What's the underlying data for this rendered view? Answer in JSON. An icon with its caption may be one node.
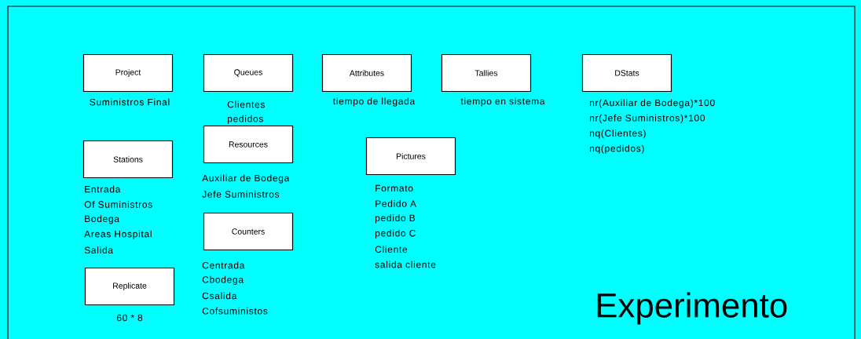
{
  "diagram": {
    "nodes": [
      {
        "text": [
          "Project"
        ],
        "beside": [
          "Suministros Final"
        ]
      },
      {
        "text": [
          "Queues"
        ],
        "beside": [
          "Clientes",
          "pedidos"
        ]
      },
      {
        "text": [
          "Attributes"
        ],
        "beside": [
          "tiempo de llegada"
        ]
      },
      {
        "text": [
          "Tallies"
        ],
        "beside": [
          "tiempo en sistema"
        ]
      },
      {
        "text": [
          "DStats"
        ],
        "beside": [
          "nr(Auxiliar de Bodega)*100",
          "nr(Jefe Suministros)*100",
          "nq(Clientes)",
          "nq(pedidos)"
        ]
      },
      {
        "text": [
          "Stations"
        ],
        "beside": [
          "Entrada",
          "Of Suministros",
          "Bodega",
          "Areas Hospital",
          "Salida"
        ]
      },
      {
        "text": [
          "Resources"
        ],
        "beside": [
          "Auxiliar de Bodega",
          "Jefe Suministros"
        ]
      },
      {
        "text": [
          "Pictures"
        ],
        "beside": [
          "Formato",
          "Pedido A",
          "pedido B",
          "pedido C",
          "Cliente",
          "salida cliente"
        ]
      },
      {
        "text": [
          "Counters"
        ],
        "beside": [
          "Centrada",
          "Cbodega",
          "Csalida",
          "Cofsuministos"
        ]
      },
      {
        "text": [
          "Replicate"
        ],
        "beside": [
          "60 * 8"
        ]
      }
    ],
    "labels": [
      "Experimento"
    ]
  }
}
